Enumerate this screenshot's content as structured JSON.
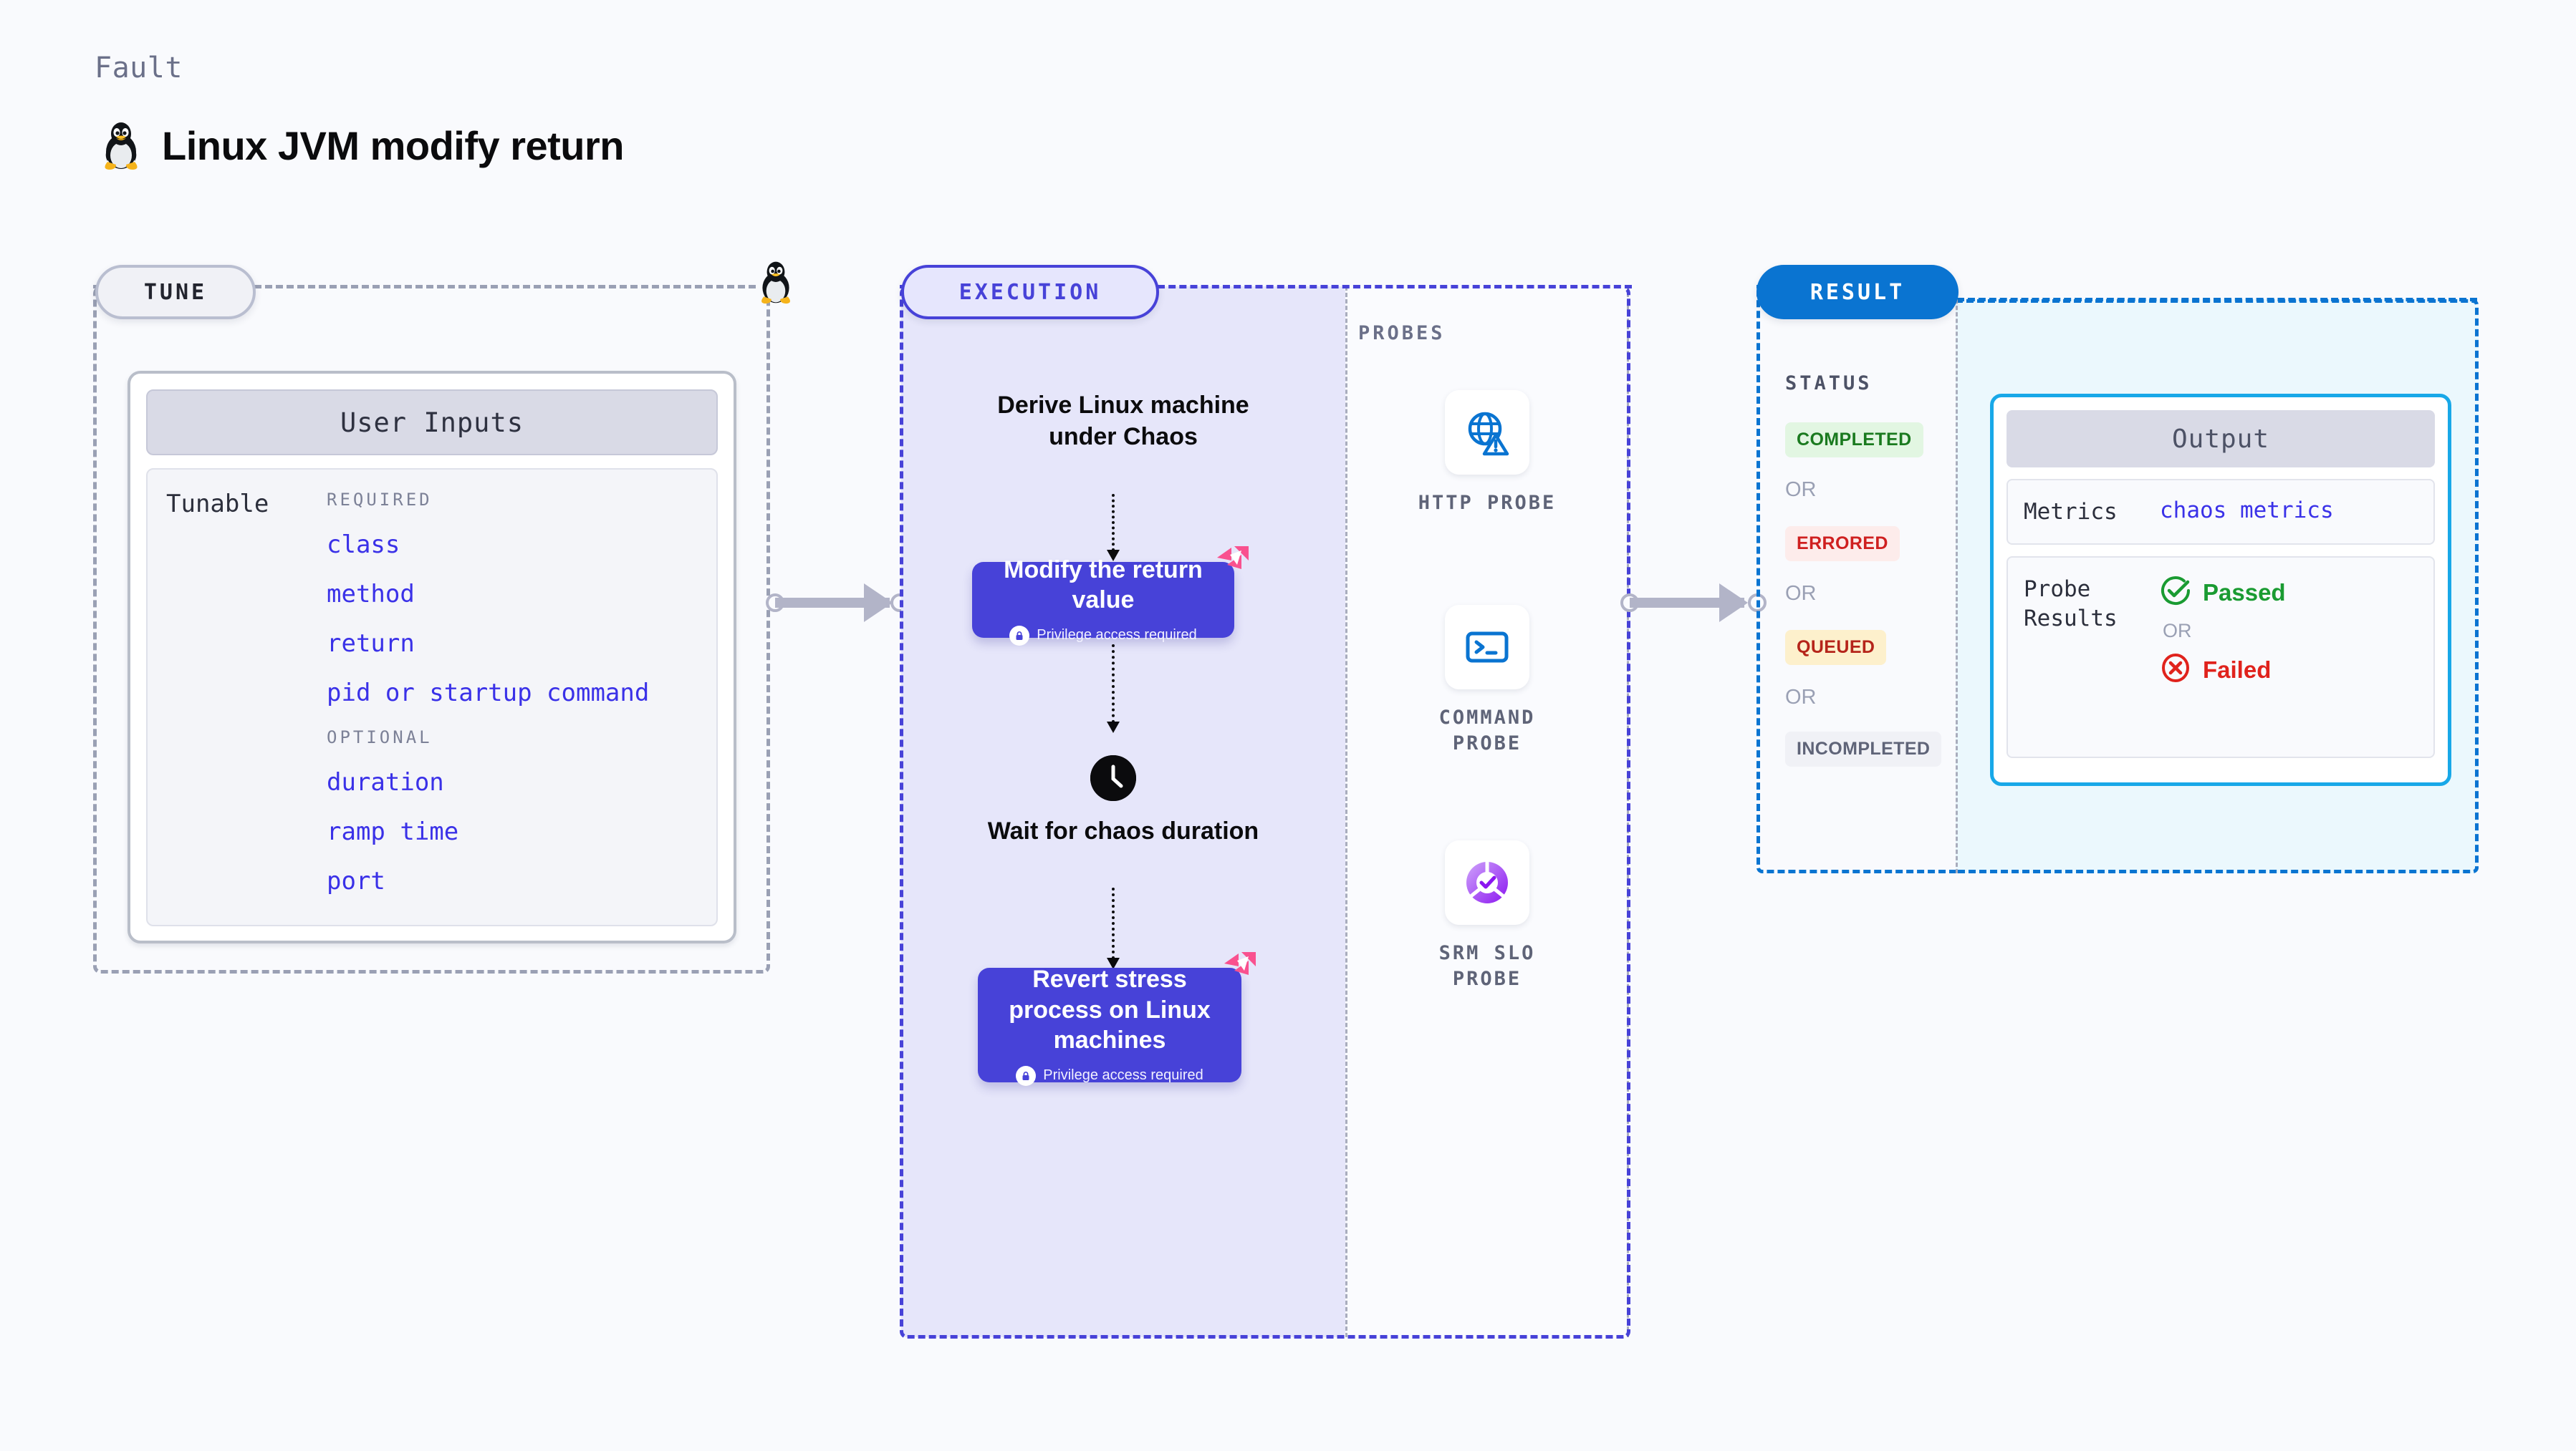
{
  "header": {
    "kicker": "Fault",
    "title": "Linux JVM modify return",
    "icon": "linux-penguin-icon"
  },
  "tune": {
    "badge": "TUNE",
    "card_title": "User Inputs",
    "tunable_label": "Tunable",
    "groups": [
      {
        "label": "REQUIRED",
        "items": [
          "class",
          "method",
          "return",
          "pid or startup command"
        ]
      },
      {
        "label": "OPTIONAL",
        "items": [
          "duration",
          "ramp time",
          "port"
        ]
      }
    ]
  },
  "execution": {
    "badge": "EXECUTION",
    "step1": "Derive Linux machine\nunder Chaos",
    "card1": {
      "title": "Modify the return value",
      "privilege": "Privilege access required",
      "icon": "harness-mark-icon"
    },
    "wait": "Wait for chaos duration",
    "wait_icon": "clock-icon",
    "card2": {
      "title": "Revert stress process on Linux machines",
      "privilege": "Privilege access required",
      "icon": "harness-mark-icon"
    }
  },
  "probes": {
    "title": "PROBES",
    "items": [
      {
        "label": "HTTP PROBE",
        "icon": "globe-warning-icon"
      },
      {
        "label": "COMMAND PROBE",
        "icon": "terminal-icon"
      },
      {
        "label": "SRM SLO PROBE",
        "icon": "slo-donut-check-icon"
      }
    ]
  },
  "result": {
    "badge": "RESULT",
    "status_title": "STATUS",
    "or": "OR",
    "statuses": [
      {
        "label": "COMPLETED",
        "bg": "#e2f6e2",
        "fg": "#1a7a1f"
      },
      {
        "label": "ERRORED",
        "bg": "#fdeceb",
        "fg": "#cf2020"
      },
      {
        "label": "QUEUED",
        "bg": "#fdf0cc",
        "fg": "#b5241a"
      },
      {
        "label": "INCOMPLETED",
        "bg": "#f0f1f6",
        "fg": "#5f6478"
      }
    ],
    "output": {
      "title": "Output",
      "metrics_key": "Metrics",
      "metrics_value": "chaos metrics",
      "probe_key": "Probe Results",
      "passed": "Passed",
      "failed": "Failed",
      "or": "OR"
    }
  },
  "colors": {
    "accent_purple": "#4742d8",
    "accent_blue": "#0a74d1",
    "harness_pink": "#f9518f",
    "page_bg": "#f9fafd"
  }
}
